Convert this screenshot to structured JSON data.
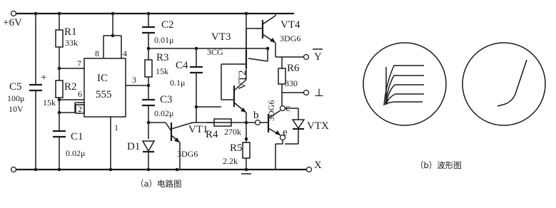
{
  "circuit": {
    "supply": "+6V",
    "ic": {
      "name": "IC",
      "type": "555",
      "pins": [
        "8",
        "4",
        "7",
        "6",
        "2",
        "3",
        "1"
      ]
    },
    "components": {
      "R1": {
        "name": "R1",
        "value": "33k"
      },
      "R2": {
        "name": "R2",
        "value": "15k"
      },
      "R3": {
        "name": "R3",
        "value": "15k"
      },
      "R4": {
        "name": "R4",
        "value": "270k"
      },
      "R5": {
        "name": "R5",
        "value": "2.2k"
      },
      "R6": {
        "name": "R6",
        "value": "330"
      },
      "C1": {
        "name": "C1",
        "value": "0.02μ"
      },
      "C2": {
        "name": "C2",
        "value": "0.01μ"
      },
      "C3": {
        "name": "C3",
        "value": "0.02μ"
      },
      "C4": {
        "name": "C4",
        "value": "0.1μ"
      },
      "C5": {
        "name": "C5",
        "value": "100μ",
        "voltage": "10V",
        "polarity": "+"
      },
      "D1": {
        "name": "D1"
      },
      "VT1": {
        "name": "VT1",
        "type": "3DG6"
      },
      "VT2": {
        "name": "VT2",
        "type": "3DG6"
      },
      "VT3": {
        "name": "VT3",
        "type": "3CG"
      },
      "VT4": {
        "name": "VT4",
        "type": "3DG6"
      },
      "VTX": {
        "name": "VTX"
      }
    },
    "terminals": {
      "y": "Y",
      "ground": "⊥",
      "x": "X",
      "b": "b",
      "c": "c",
      "e": "e"
    },
    "caption": "（a）电路图"
  },
  "waveform": {
    "caption": "（b）波形图"
  }
}
